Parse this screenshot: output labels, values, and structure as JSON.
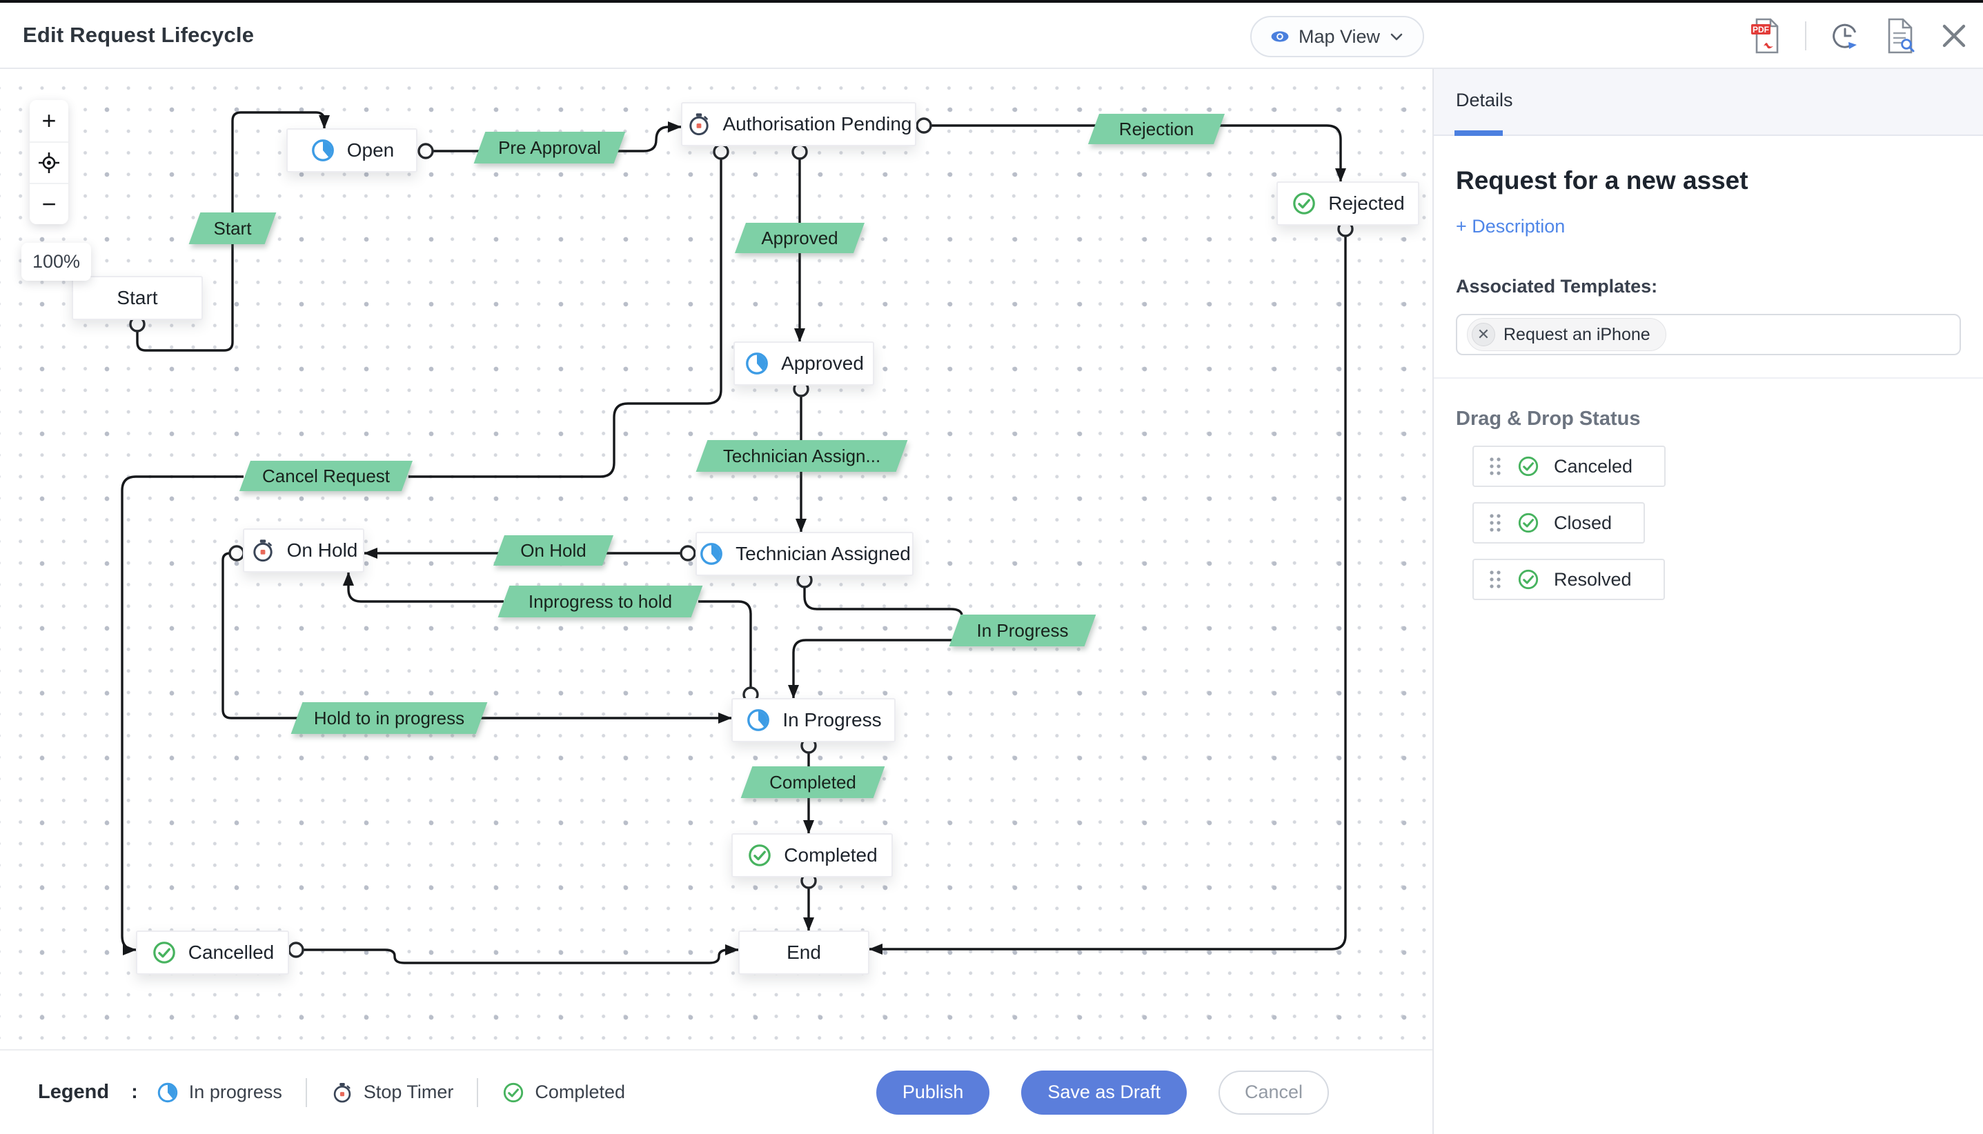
{
  "header": {
    "title": "Edit Request Lifecycle",
    "view_selector": "Map View"
  },
  "canvas": {
    "zoom_in": "+",
    "zoom_out": "−",
    "zoom_level": "100%",
    "nodes": [
      {
        "id": "start",
        "label": "Start",
        "icon": "none"
      },
      {
        "id": "open",
        "label": "Open",
        "icon": "in-progress"
      },
      {
        "id": "auth",
        "label": "Authorisation Pending",
        "icon": "stop-timer"
      },
      {
        "id": "rejected",
        "label": "Rejected",
        "icon": "completed"
      },
      {
        "id": "approved",
        "label": "Approved",
        "icon": "in-progress"
      },
      {
        "id": "ta",
        "label": "Technician Assigned",
        "icon": "in-progress"
      },
      {
        "id": "onhold",
        "label": "On Hold",
        "icon": "stop-timer"
      },
      {
        "id": "inprog",
        "label": "In Progress",
        "icon": "in-progress"
      },
      {
        "id": "completed",
        "label": "Completed",
        "icon": "completed"
      },
      {
        "id": "cancelled",
        "label": "Cancelled",
        "icon": "completed"
      },
      {
        "id": "end",
        "label": "End",
        "icon": "none"
      }
    ],
    "transitions": [
      {
        "id": "t_start",
        "label": "Start"
      },
      {
        "id": "t_preapproval",
        "label": "Pre Approval"
      },
      {
        "id": "t_rejection",
        "label": "Rejection"
      },
      {
        "id": "t_approved",
        "label": "Approved"
      },
      {
        "id": "t_techassign",
        "label": "Technician Assign..."
      },
      {
        "id": "t_onhold",
        "label": "On Hold"
      },
      {
        "id": "t_inprogtohold",
        "label": "Inprogress to hold"
      },
      {
        "id": "t_inprogress",
        "label": "In Progress"
      },
      {
        "id": "t_holdtoinprog",
        "label": "Hold to in progress"
      },
      {
        "id": "t_completed",
        "label": "Completed"
      },
      {
        "id": "t_cancelreq",
        "label": "Cancel Request"
      }
    ]
  },
  "legend": {
    "title": "Legend",
    "colon": ":",
    "items": [
      {
        "label": "In progress",
        "icon": "in-progress"
      },
      {
        "label": "Stop Timer",
        "icon": "stop-timer"
      },
      {
        "label": "Completed",
        "icon": "completed"
      }
    ]
  },
  "footer_buttons": {
    "publish": "Publish",
    "save_draft": "Save as Draft",
    "cancel": "Cancel"
  },
  "panel": {
    "tab": "Details",
    "title": "Request for a new asset",
    "description_link": "+ Description",
    "templates_label": "Associated Templates:",
    "template_chip": "Request an iPhone",
    "remove_chip": "✕",
    "drag_drop_title": "Drag & Drop Status",
    "statuses": [
      {
        "label": "Canceled"
      },
      {
        "label": "Closed"
      },
      {
        "label": "Resolved"
      }
    ]
  },
  "icons": {
    "pdf_badge": "PDF"
  },
  "colors": {
    "accent_blue": "#5b7edb",
    "label_green": "#7ed0a6",
    "icon_blue": "#3d9ce5",
    "icon_green": "#47b35f",
    "icon_red": "#e8695a",
    "tab_underline": "#4c80e0",
    "edge": "#16181b"
  }
}
